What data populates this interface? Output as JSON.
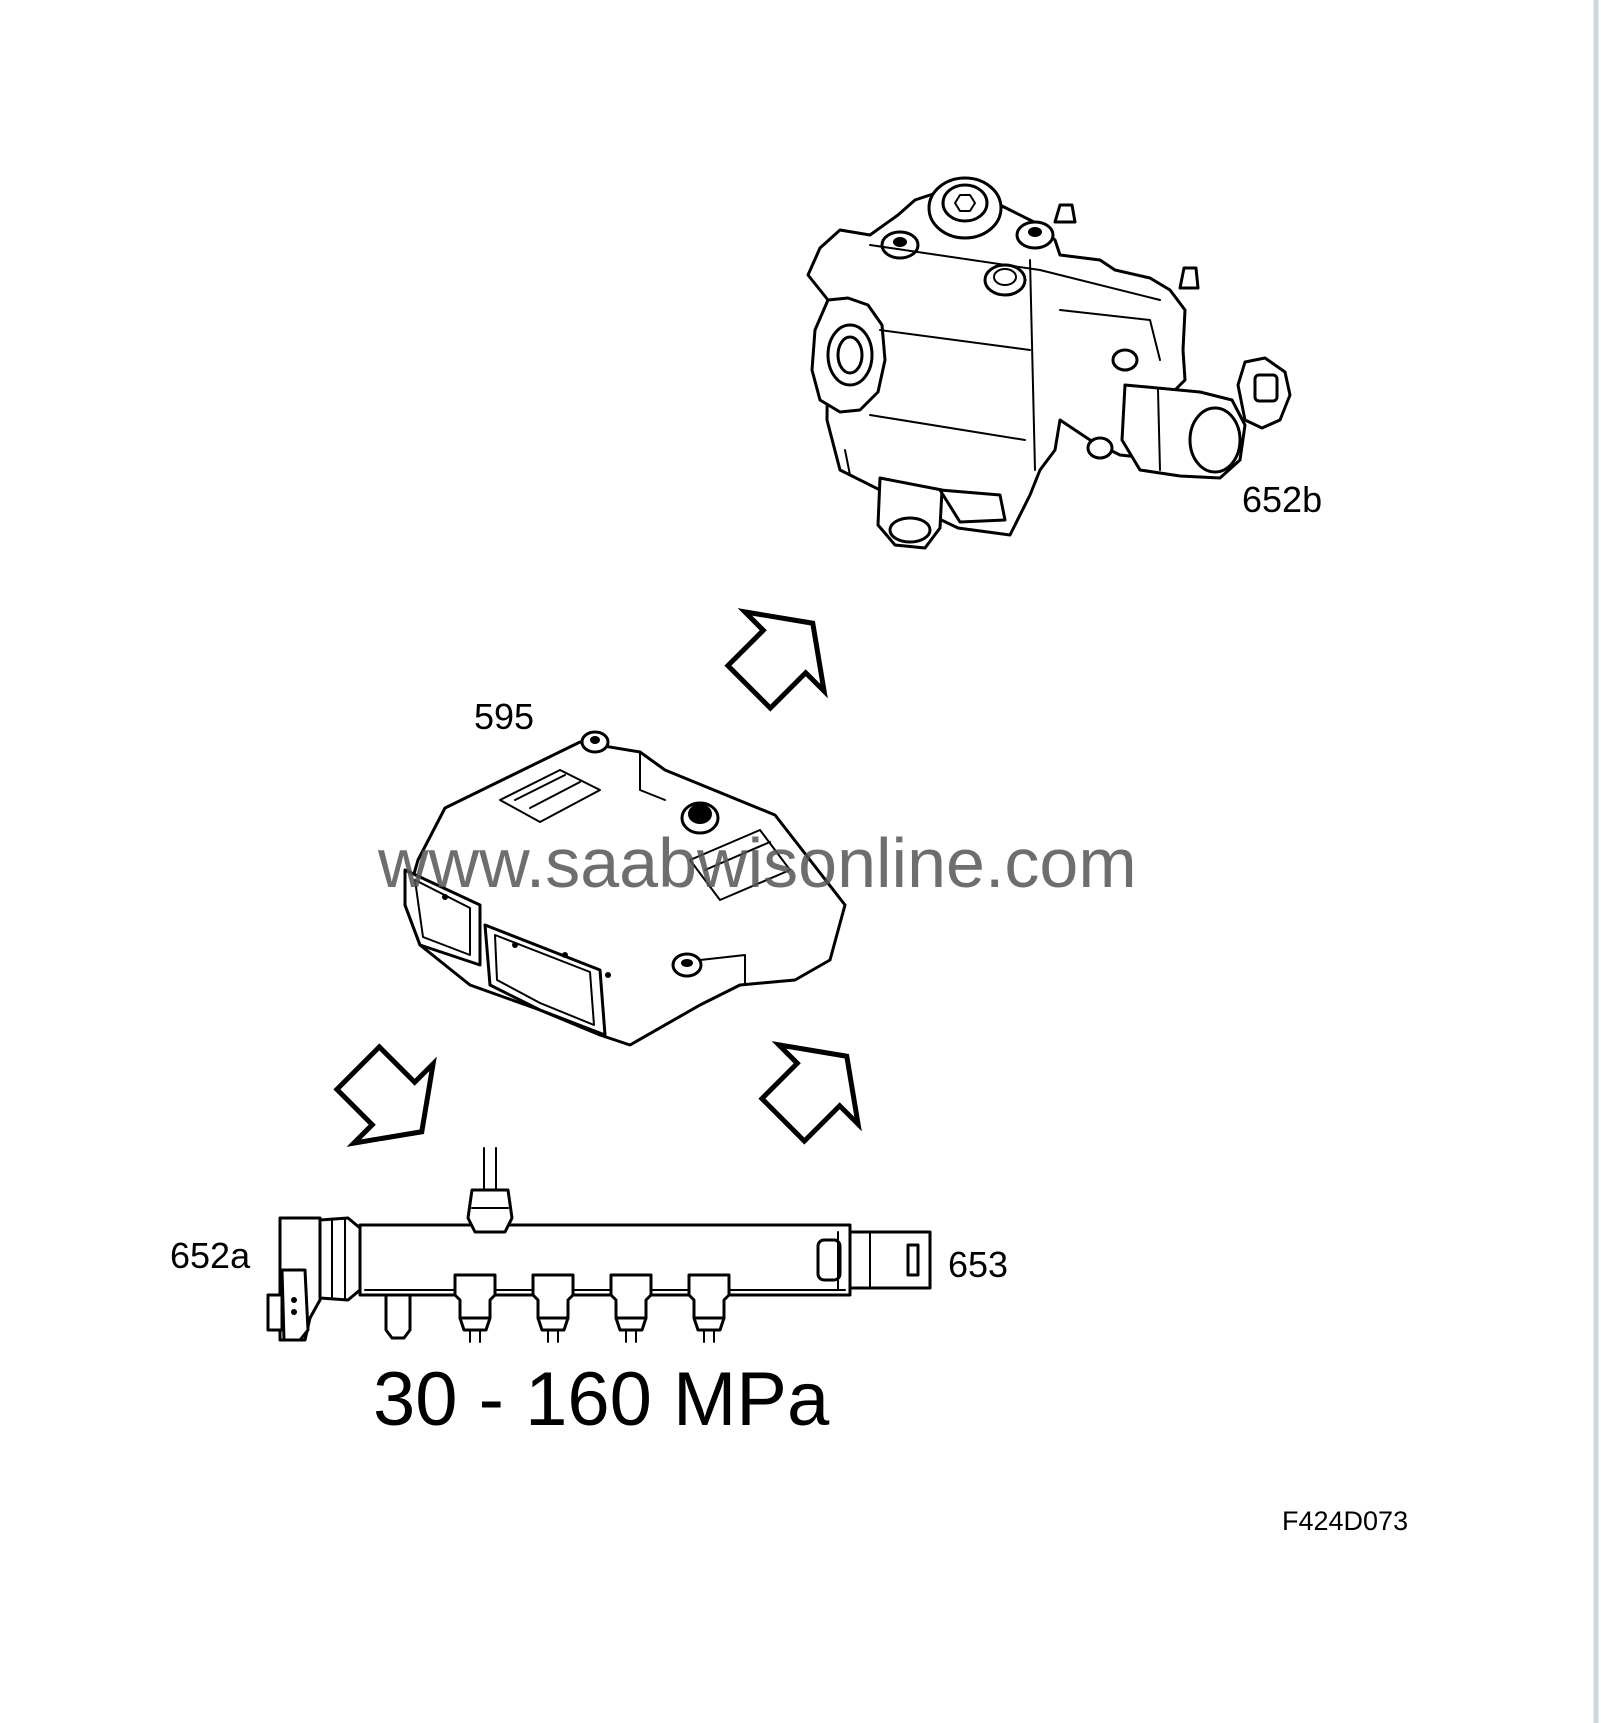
{
  "labels": {
    "pump": "652b",
    "control_module": "595",
    "pressure_sensor": "652a",
    "pressure_regulator": "653",
    "pressure": "30 - 160 MPa",
    "figure_ref": "F424D073"
  },
  "watermark": "www.saabwisonline.com",
  "components": {
    "pump": "high-pressure-pump",
    "control_module": "engine-control-module",
    "rail": "fuel-rail"
  },
  "icons": [
    "arrow-up-right-icon",
    "arrow-down-right-icon",
    "arrow-up-right-icon"
  ],
  "colors": {
    "line": "#000000",
    "background": "#ffffff",
    "watermark": "#555555"
  }
}
